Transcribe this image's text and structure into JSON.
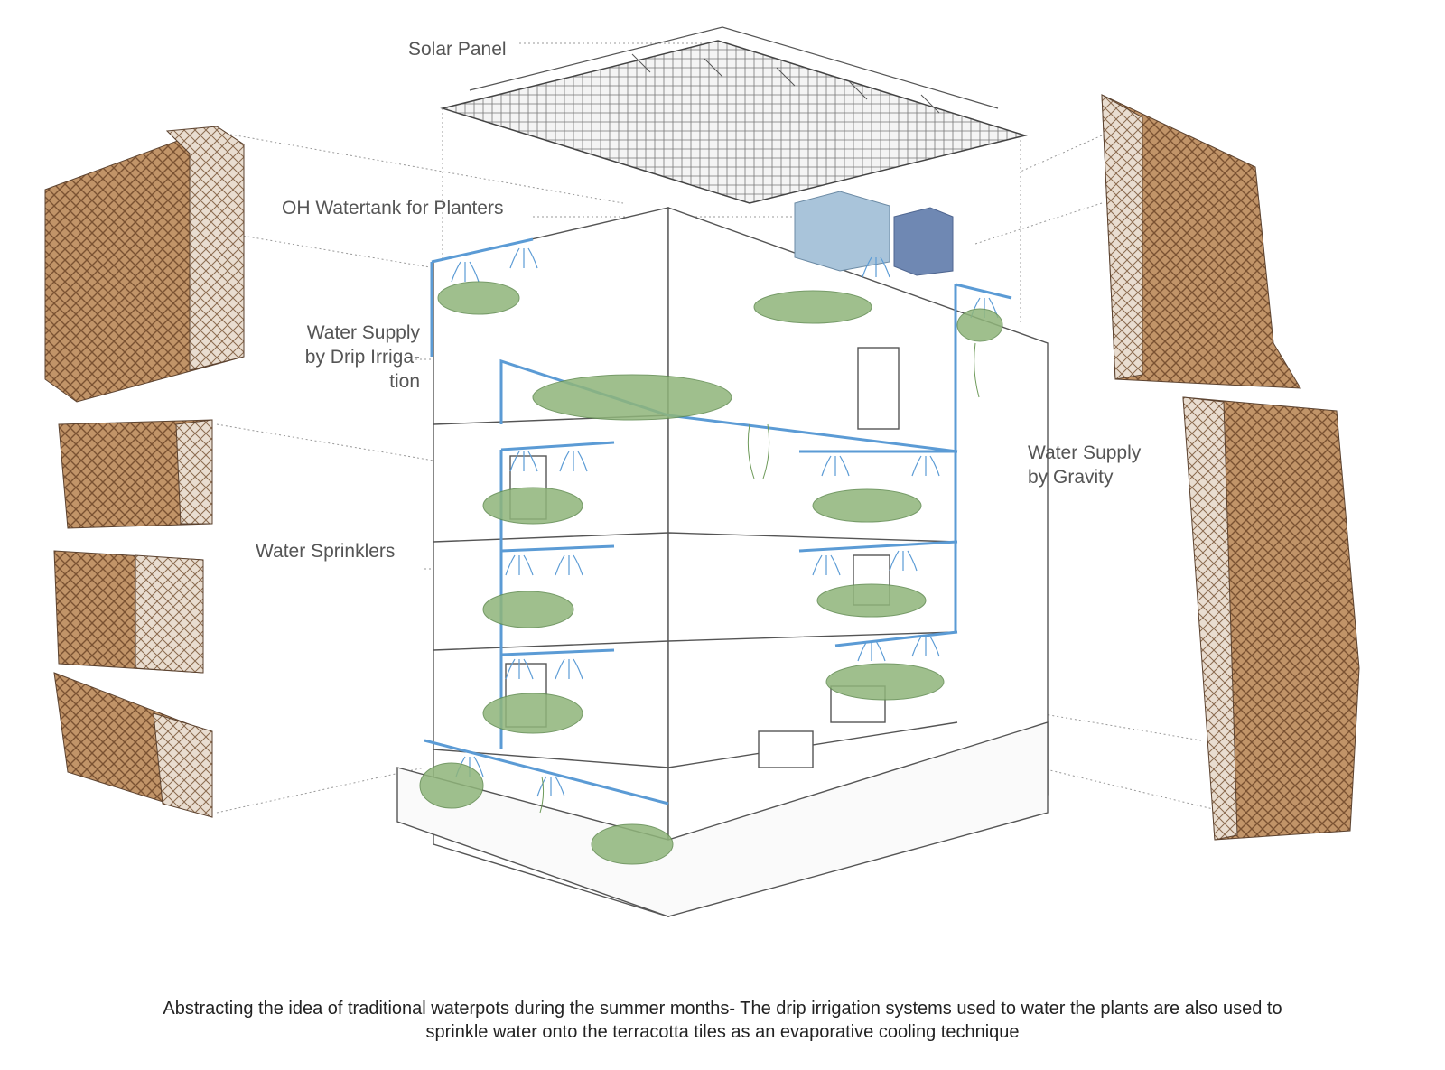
{
  "labels": {
    "solar_panel": "Solar Panel",
    "oh_watertank": "OH Watertank for Planters",
    "drip_line1": "Water Supply",
    "drip_line2": "by Drip Irriga-",
    "drip_line3": "tion",
    "sprinklers": "Water Sprinklers",
    "gravity_line1": "Water Supply",
    "gravity_line2": "by Gravity"
  },
  "caption": {
    "line1": "Abstracting the idea of traditional waterpots during the summer months- The drip irrigation systems used to water the plants are also used to",
    "line2": "sprinkle water onto the terracotta tiles as an evaporative cooling  technique"
  },
  "colors": {
    "terracotta": "#b98a5e",
    "terracotta_dark": "#8e6540",
    "pipe_blue": "#5b9bd5",
    "tank_light": "#a9c4da",
    "tank_dark": "#6f88b3",
    "plant_green": "#6e9a5a",
    "outline": "#555555"
  }
}
